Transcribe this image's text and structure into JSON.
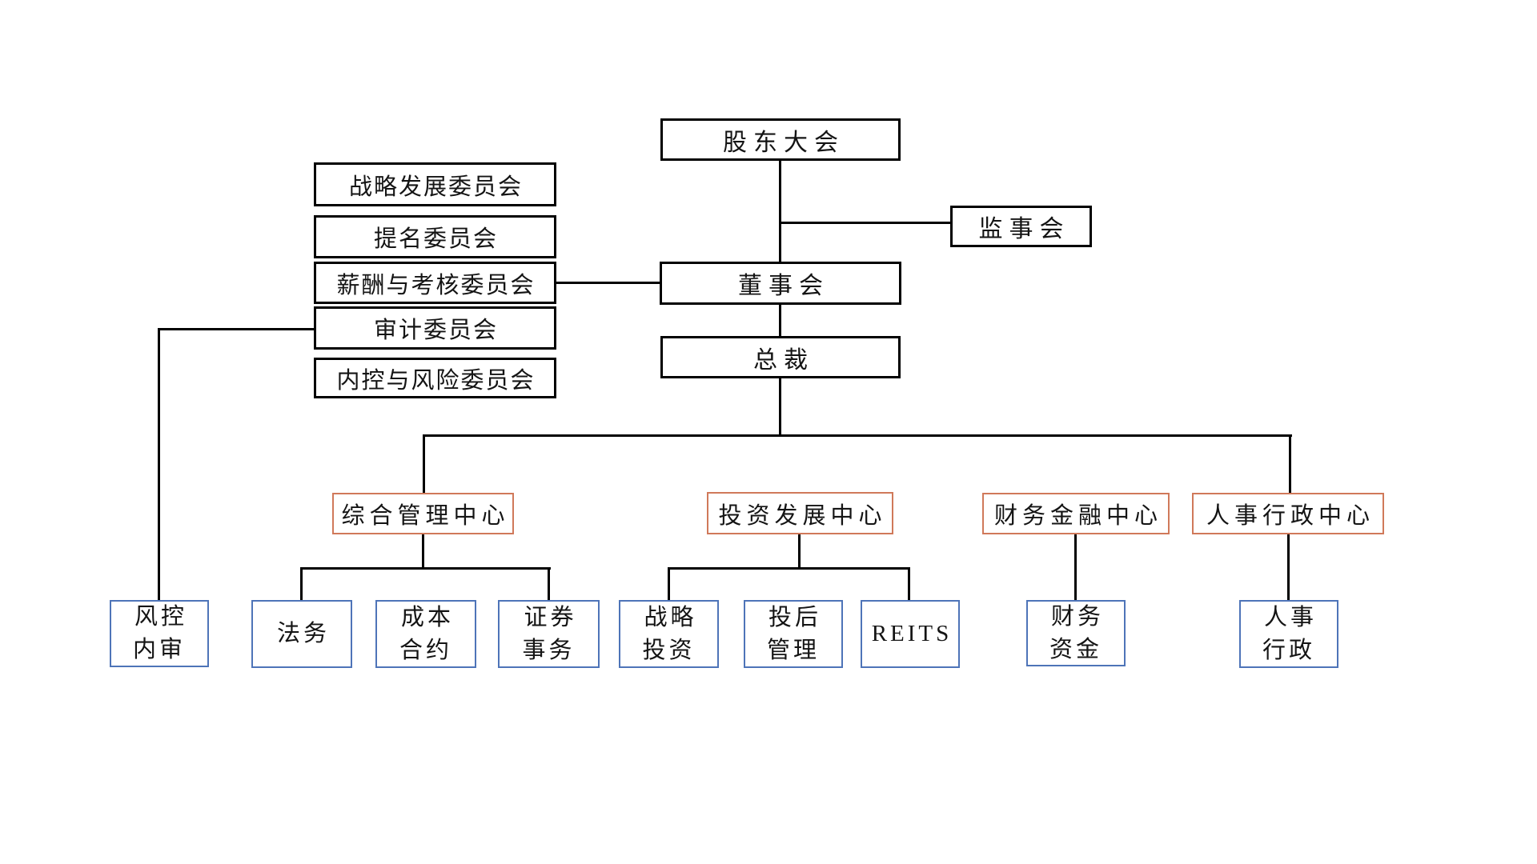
{
  "org_chart": {
    "governance": {
      "shareholders_meeting": "股东大会",
      "supervisory_board": "监事会",
      "board_of_directors": "董事会",
      "president": "总裁"
    },
    "board_committees": [
      "战略发展委员会",
      "提名委员会",
      "薪酬与考核委员会",
      "审计委员会",
      "内控与风险委员会"
    ],
    "centers": [
      "综合管理中心",
      "投资发展中心",
      "财务金融中心",
      "人事行政中心"
    ],
    "departments": [
      "风控\n内审",
      "法务",
      "成本\n合约",
      "证券\n事务",
      "战略\n投资",
      "投后\n管理",
      "REITS",
      "财务\n资金",
      "人事\n行政"
    ]
  },
  "colors": {
    "background": "#FFFFFF",
    "text": "#141414",
    "line": "#000000",
    "governance_border": "#000000",
    "center_border": "#D0795A",
    "department_border": "#4E74B8"
  }
}
